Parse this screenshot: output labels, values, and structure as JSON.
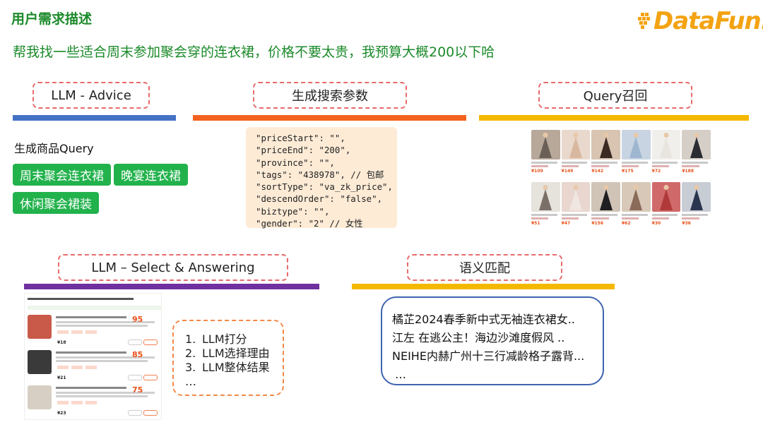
{
  "title": "用户需求描述",
  "subtitle": "帮我找一些适合周末参加聚会穿的连衣裙，价格不要太贵，我预算大概200以下哈",
  "logo": "DataFun.",
  "sections": {
    "advice": {
      "label": "LLM - Advice",
      "bar_color": "#4472c4"
    },
    "params": {
      "label": "生成搜索参数",
      "bar_color": "#f4621f"
    },
    "recall": {
      "label": "Query召回",
      "bar_color": "#f5b800"
    },
    "select": {
      "label": "LLM – Select & Answering",
      "bar_color": "#7030a0"
    },
    "semantic": {
      "label": "语义匹配",
      "bar_color": "#f5b800"
    }
  },
  "advice": {
    "heading": "生成商品Query",
    "chips": [
      "周末聚会连衣裙",
      "晚宴连衣裙",
      "休闲聚会裙装"
    ]
  },
  "params_code": [
    "\"priceStart\": \"\",",
    "\"priceEnd\": \"200\",",
    "\"province\": \"\",",
    "\"tags\": \"438978\", // 包邮",
    "\"sortType\": \"va_zk_price\",",
    "\"descendOrder\": \"false\",",
    "\"biztype\": \"\",",
    "\"gender\": \"2\" // 女性"
  ],
  "recall_products": [
    {
      "price": "¥109",
      "color": "#b8a89a",
      "dress": "#6b6058"
    },
    {
      "price": "¥149",
      "color": "#e9d8cc",
      "dress": "#d9b8a0"
    },
    {
      "price": "¥142",
      "color": "#d8c4b0",
      "dress": "#3a2a22"
    },
    {
      "price": "¥175",
      "color": "#c8d4e2",
      "dress": "#9fb6d0"
    },
    {
      "price": "¥72",
      "color": "#f1efec",
      "dress": "#e8e4de"
    },
    {
      "price": "¥188",
      "color": "#d6cfc8",
      "dress": "#2c2c34"
    },
    {
      "price": "¥51",
      "color": "#e6e2dc",
      "dress": "#7a7068"
    },
    {
      "price": "¥47",
      "color": "#e8d6cf",
      "dress": "#f0e6e2"
    },
    {
      "price": "¥156",
      "color": "#cfc4b6",
      "dress": "#1f1f22"
    },
    {
      "price": "¥62",
      "color": "#d8c8b8",
      "dress": "#8a6a58"
    },
    {
      "price": "¥30",
      "color": "#d06a6a",
      "dress": "#b03a3a"
    },
    {
      "price": "¥36",
      "color": "#c8ccd4",
      "dress": "#2a3550"
    }
  ],
  "select_shot": {
    "items": [
      {
        "score": "95",
        "price": "¥18",
        "thumb": "#c95a4a"
      },
      {
        "score": "85",
        "price": "¥21",
        "thumb": "#3a3a3a"
      },
      {
        "score": "75",
        "price": "¥23",
        "thumb": "#d8cfc4"
      }
    ]
  },
  "llm_steps": [
    {
      "n": "1.",
      "text": "LLM打分"
    },
    {
      "n": "2.",
      "text": "LLM选择理由"
    },
    {
      "n": "3.",
      "text": "LLM整体结果"
    },
    {
      "n": "",
      "text": "…"
    }
  ],
  "semantic_lines": [
    "橘芷2024春季新中式无袖连衣裙女..",
    "江左 在逃公主！海边沙滩度假风 ..",
    "NEIHE内赫广州十三行减龄格子露背...",
    "…"
  ]
}
